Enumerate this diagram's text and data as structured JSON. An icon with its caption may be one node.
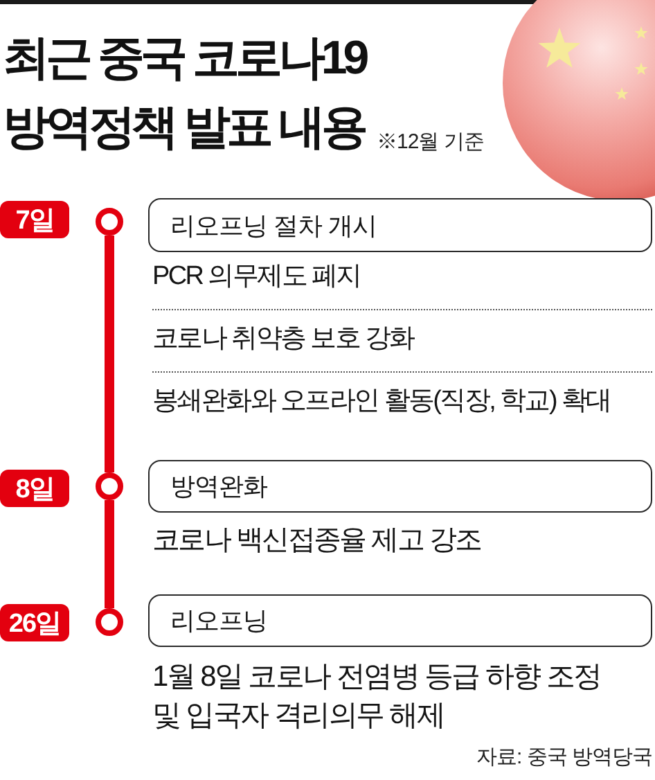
{
  "diagram": {
    "title": "최근 중국 코로나19 방역정책 발표 내용",
    "nodes": [
      {
        "text": [
          "7일"
        ]
      },
      {
        "text": [],
        "shape": "circle"
      },
      {
        "text": [
          "리오프닝 절차 개시"
        ],
        "beside": [
          "PCR 의무제도 폐지",
          "코로나 취약층 보호 강화",
          "봉쇄완화와 오프라인 활동(직장, 학교) 확대"
        ]
      },
      {
        "text": [
          "8일"
        ]
      },
      {
        "text": [],
        "shape": "circle"
      },
      {
        "text": [
          "방역완화"
        ],
        "beside": [
          "코로나 백신접종율 제고 강조"
        ]
      },
      {
        "text": [
          "26일"
        ]
      },
      {
        "text": [],
        "shape": "circle"
      },
      {
        "text": [
          "리오프닝"
        ],
        "beside": [
          "1월 8일 코로나 전염병 등급 하향 조정 및 입국자 격리의무 해제"
        ]
      }
    ],
    "edges": [
      {
        "from": 1,
        "to": 4,
        "arrow": "none"
      },
      {
        "from": 4,
        "to": 7,
        "arrow": "none"
      }
    ],
    "labels": [
      "※12월 기준",
      "자료: 중국 방역당국"
    ]
  }
}
